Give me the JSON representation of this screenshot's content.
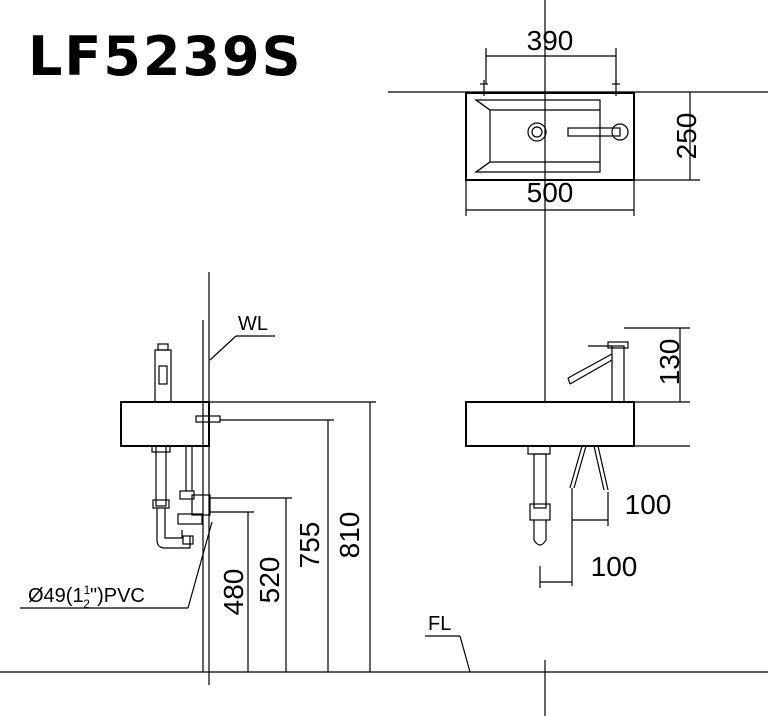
{
  "model": "LF5239S",
  "top_view": {
    "dim_390": "390",
    "dim_250": "250",
    "dim_500": "500"
  },
  "side_view": {
    "wall_label": "WL",
    "dim_480": "480",
    "dim_520": "520",
    "dim_755": "755",
    "dim_810": "810",
    "pipe_label_pre": "Ø49(1",
    "pipe_frac_num": "1",
    "pipe_frac_den": "2",
    "pipe_label_post": "\")PVC"
  },
  "front_view": {
    "dim_130": "130",
    "dim_100_upper": "100",
    "dim_100_lower": "100"
  },
  "floor_label": "FL"
}
